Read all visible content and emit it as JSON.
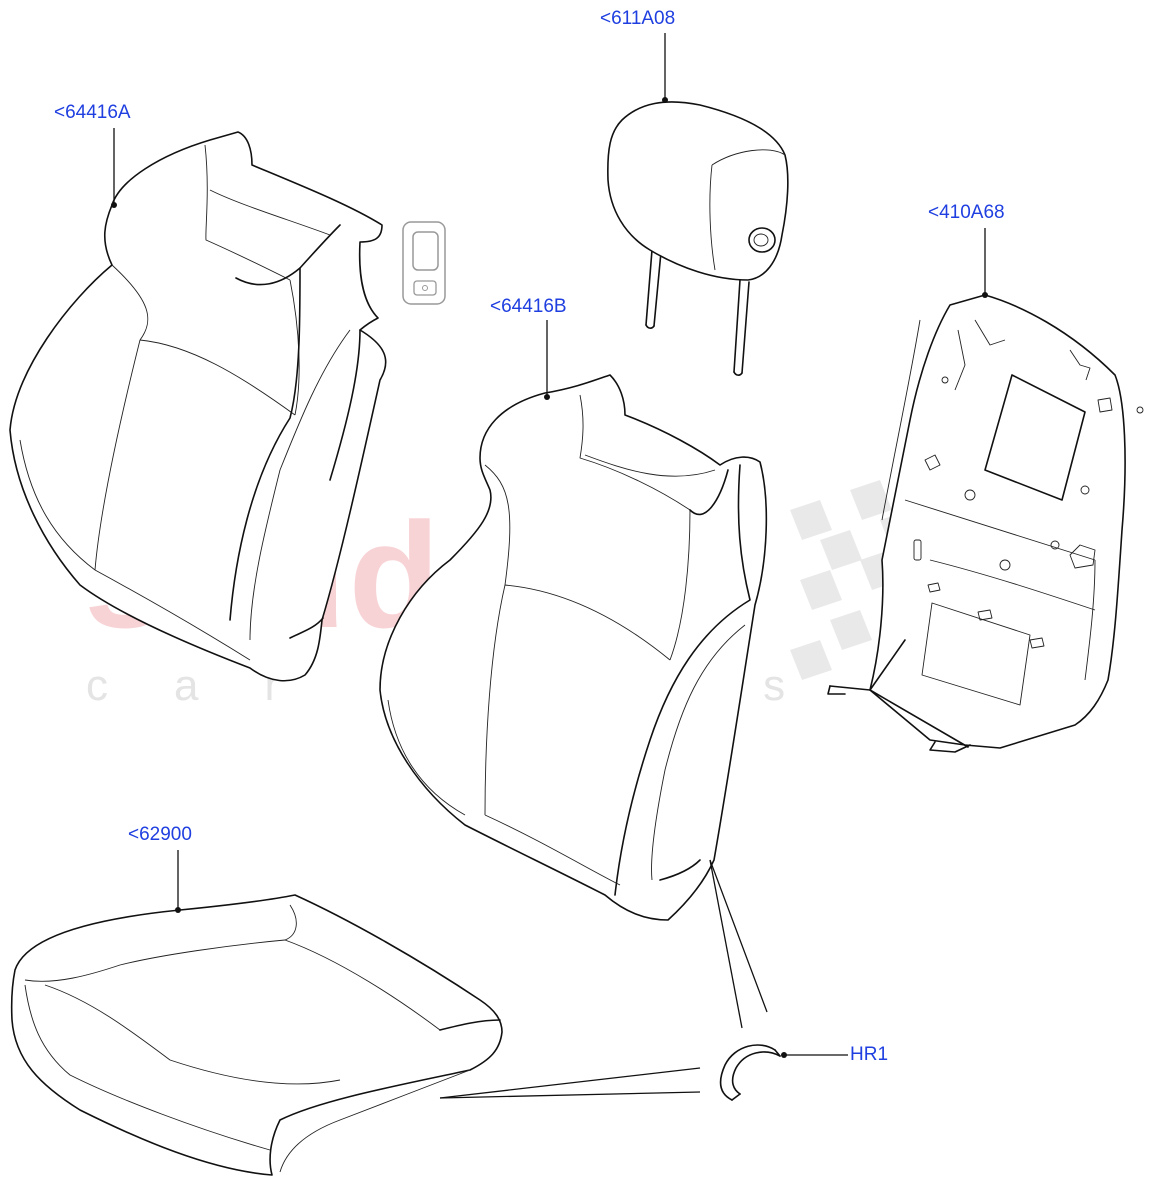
{
  "watermark": {
    "main": "scuderia",
    "sub": "car parts"
  },
  "callouts": {
    "seat_cover_a": "<64416A",
    "headrest": "<611A08",
    "back_panel": "<410A68",
    "seat_cover_b": "<64416B",
    "cushion": "<62900",
    "hog_ring": "HR1"
  },
  "colors": {
    "callout_text": "#1f3fe0",
    "line_art": "#111111",
    "watermark_main": "#f7c9cd",
    "watermark_sub": "#e4e4e4"
  }
}
